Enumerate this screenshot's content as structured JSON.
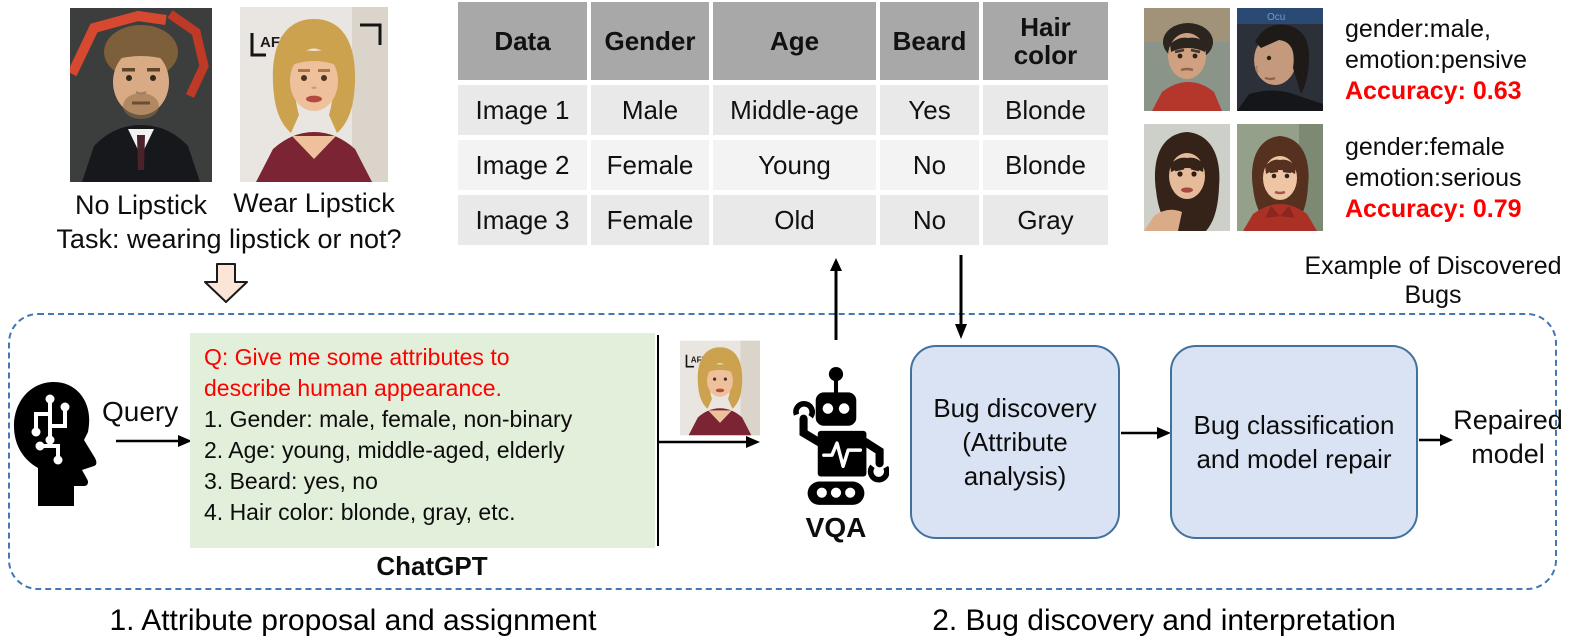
{
  "task_example": {
    "no_lipstick_label": "No Lipstick",
    "wear_lipstick_label": "Wear Lipstick",
    "task_text": "Task: wearing lipstick or not?"
  },
  "attribute_table": {
    "headers": [
      "Data",
      "Gender",
      "Age",
      "Beard",
      "Hair color"
    ],
    "rows": [
      [
        "Image 1",
        "Male",
        "Middle-age",
        "Yes",
        "Blonde"
      ],
      [
        "Image 2",
        "Female",
        "Young",
        "No",
        "Blonde"
      ],
      [
        "Image 3",
        "Female",
        "Old",
        "No",
        "Gray"
      ]
    ]
  },
  "bug_examples": {
    "group1": {
      "line1": "gender:male,",
      "line2": "emotion:pensive",
      "accuracy": "Accuracy: 0.63"
    },
    "group2": {
      "line1": "gender:female",
      "line2": "emotion:serious",
      "accuracy": "Accuracy: 0.79"
    },
    "caption": "Example of Discovered Bugs"
  },
  "pipeline": {
    "query_label": "Query",
    "chatgpt_box": {
      "question_lines": [
        "Q: Give me some attributes to",
        "describe human appearance."
      ],
      "answer_lines": [
        "1. Gender: male, female, non-binary",
        "2. Age: young, middle-aged, elderly",
        "3. Beard: yes, no",
        "4. Hair color: blonde, gray, etc."
      ]
    },
    "chatgpt_label": "ChatGPT",
    "vqa_label": "VQA",
    "bug_discovery_box": [
      "Bug discovery",
      "(Attribute",
      "analysis)"
    ],
    "bug_classification_box": [
      "Bug classification",
      "and model repair"
    ],
    "repaired_model": [
      "Repaired",
      "model"
    ]
  },
  "captions": {
    "step1": "1. Attribute proposal and assignment",
    "step2": "2. Bug discovery and interpretation"
  },
  "photo_text": {
    "backdrop": "AFRIC"
  },
  "colors": {
    "accent_red": "#ff0000",
    "process_box_fill": "#dae3f3",
    "process_box_border": "#41719c",
    "chat_box_fill": "#e2efda",
    "dashed_border": "#4576b5",
    "table_header": "#a8a8a8",
    "block_arrow_fill": "#fbe5d6"
  }
}
